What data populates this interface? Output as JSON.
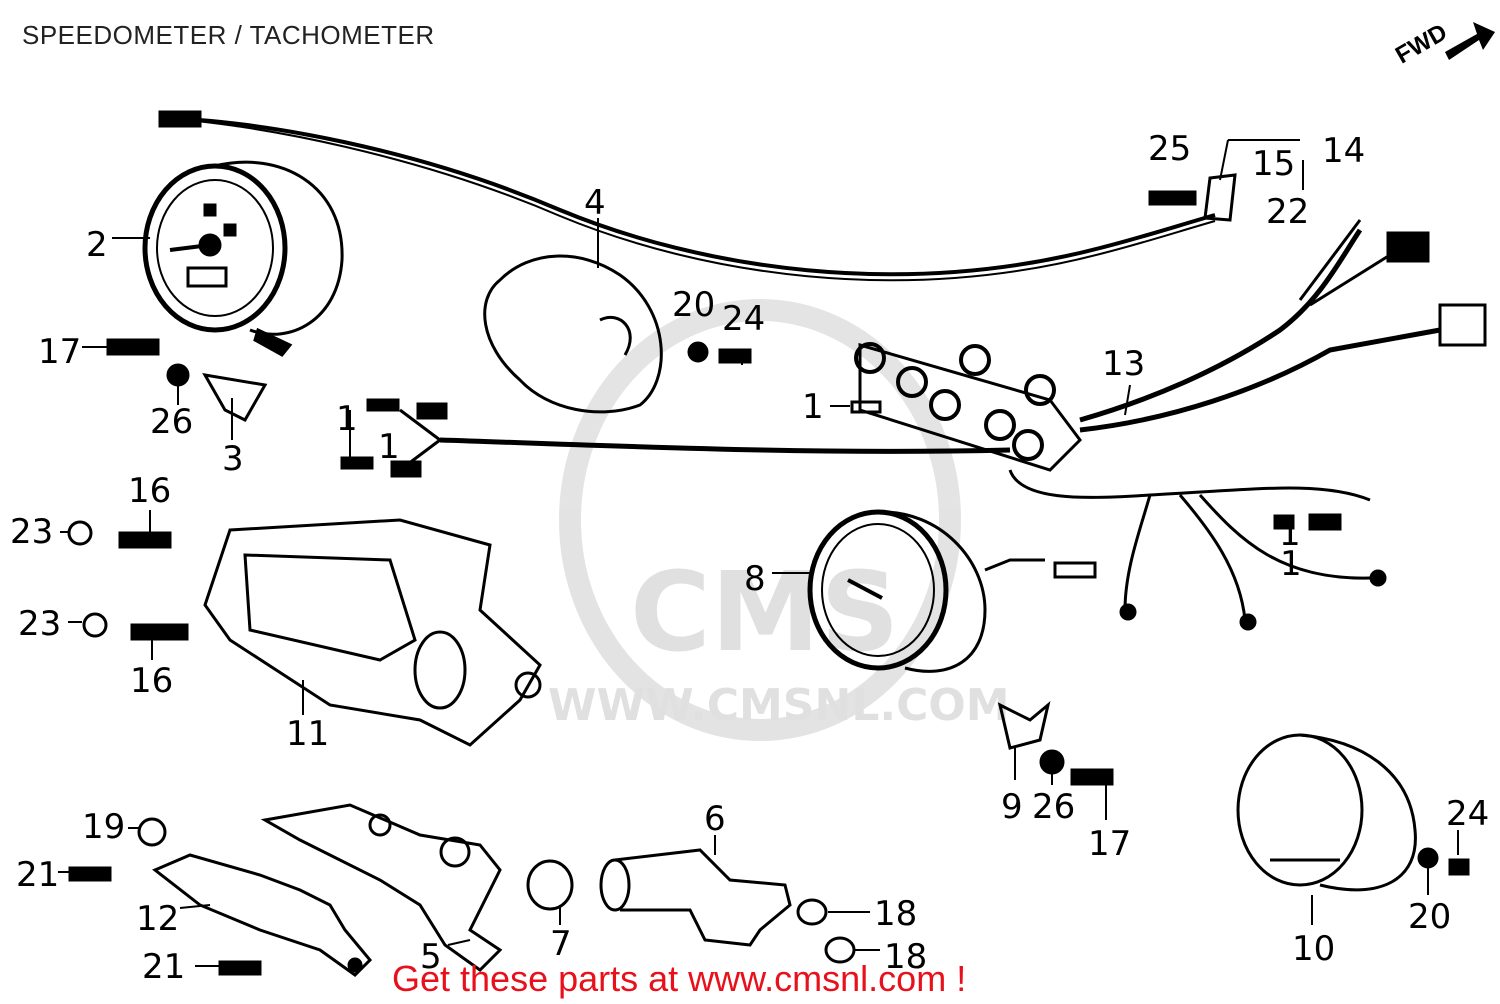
{
  "header": {
    "title": "SPEEDOMETER / TACHOMETER"
  },
  "orientation": {
    "label": "FWD"
  },
  "watermark": {
    "brand": "CMS",
    "url": "WWW.CMSNL.COM"
  },
  "footer": {
    "text": "Get these parts at www.cmsnl.com !"
  },
  "callouts": [
    "2",
    "4",
    "25",
    "15",
    "14",
    "22",
    "17",
    "26",
    "3",
    "20",
    "24",
    "1",
    "1",
    "1",
    "13",
    "1",
    "16",
    "23",
    "23",
    "16",
    "11",
    "8",
    "1",
    "9",
    "26",
    "17",
    "24",
    "20",
    "10",
    "6",
    "19",
    "21",
    "12",
    "21",
    "5",
    "7",
    "18",
    "18"
  ]
}
